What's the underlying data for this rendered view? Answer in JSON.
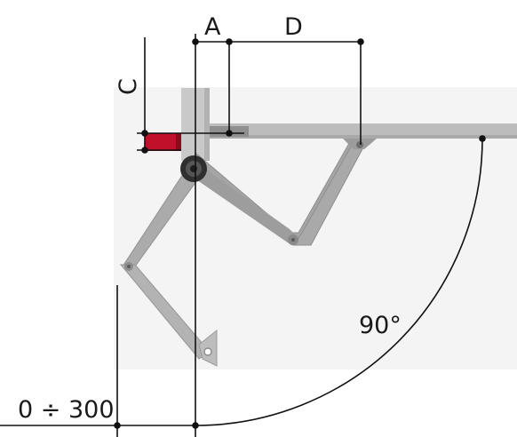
{
  "diagram": {
    "labels": {
      "a": "A",
      "d": "D",
      "c": "C",
      "angle": "90°",
      "range": "0 ÷ 300"
    },
    "colors": {
      "wall_shade": "#f3f3f3",
      "arm_gray": "#a3a3a3",
      "arm_light": "#bdbdbd",
      "beam_gray": "#b9b9b9",
      "red_block": "#c0102a",
      "hub_dark": "#3a3a3a",
      "line": "#111111"
    }
  }
}
